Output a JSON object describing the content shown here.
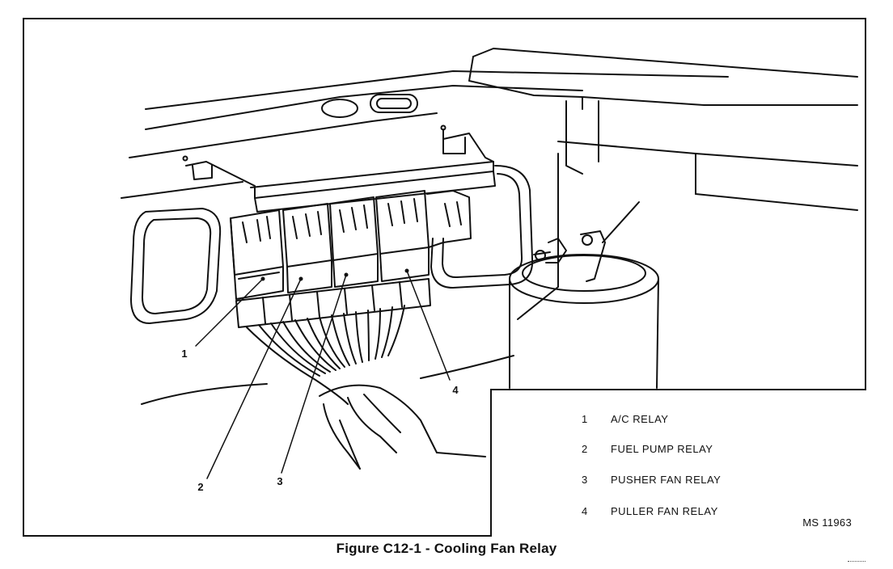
{
  "callouts": [
    "1",
    "2",
    "3",
    "4"
  ],
  "legend": [
    {
      "num": "1",
      "text": "A/C RELAY"
    },
    {
      "num": "2",
      "text": "FUEL PUMP RELAY"
    },
    {
      "num": "3",
      "text": "PUSHER FAN RELAY"
    },
    {
      "num": "4",
      "text": "PULLER FAN RELAY"
    }
  ],
  "figure_id": "MS 11963",
  "caption": "Figure C12-1 - Cooling Fan Relay"
}
